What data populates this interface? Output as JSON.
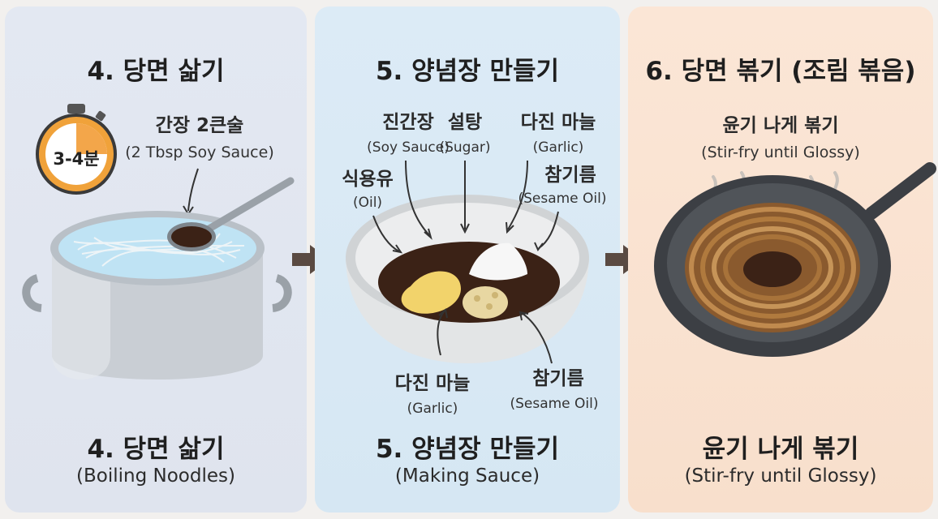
{
  "panels": [
    {
      "title": "4. 당면 삶기",
      "timer_text": "3-4분",
      "label_ko": "간장 2큰술",
      "label_en": "(2 Tbsp Soy Sauce)",
      "caption_ko": "4. 당면 삶기",
      "caption_en": "(Boiling Noodles)"
    },
    {
      "title": "5. 양념장 만들기",
      "ingredients_top": [
        {
          "ko": "진간장",
          "en": "(Soy Sauce)"
        },
        {
          "ko": "설탕",
          "en": "(Sugar)"
        },
        {
          "ko": "다진 마늘",
          "en": "(Garlic)"
        },
        {
          "ko": "식용유",
          "en": "(Oil)"
        },
        {
          "ko": "참기름",
          "en": "(Sesame Oil)"
        }
      ],
      "ingredients_bottom": [
        {
          "ko": "다진 마늘",
          "en": "(Garlic)"
        },
        {
          "ko": "참기름",
          "en": "(Sesame Oil)"
        }
      ],
      "caption_ko": "5. 양념장 만들기",
      "caption_en": "(Making Sauce)"
    },
    {
      "title": "6. 당면 볶기 (조림 볶음)",
      "label_ko": "윤기 나게 볶기",
      "label_en": "(Stir-fry until Glossy)",
      "caption_ko": "윤기 나게 볶기",
      "caption_en": "(Stir-fry until Glossy)"
    }
  ],
  "colors": {
    "panel1_bg": "#e1e6f0",
    "panel2_bg": "#d8e9f5",
    "panel3_bg": "#f9e2d1",
    "arrow": "#5a4a42",
    "sauce": "#3b2216",
    "timer": "#f0a23a"
  }
}
